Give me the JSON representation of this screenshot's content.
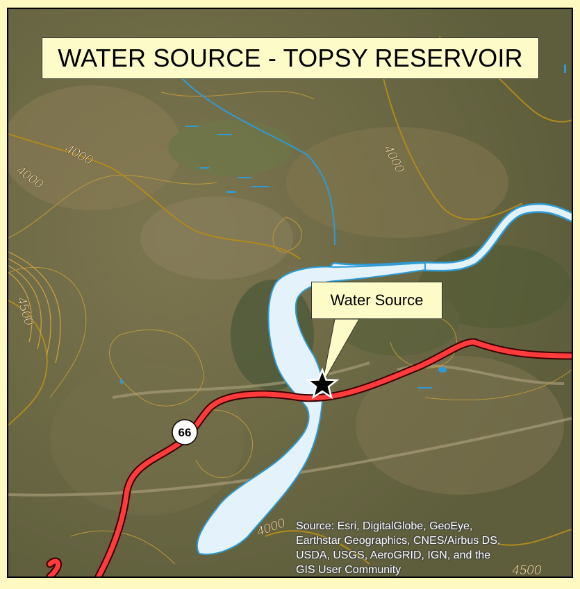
{
  "title": "WATER SOURCE - TOPSY RESERVOIR",
  "callout": {
    "label": "Water Source"
  },
  "route": {
    "number": "66"
  },
  "contours": {
    "label_a": "4000",
    "label_b": "4000",
    "label_c": "4000",
    "label_d": "4500",
    "label_e": "4000",
    "label_f": "4500"
  },
  "credits": {
    "line1": "Source: Esri, DigitalGlobe, GeoEye,",
    "line2": "Earthstar Geographics, CNES/Airbus DS,",
    "line3": "USDA, USGS, AeroGRID, IGN, and the",
    "line4": "GIS User Community"
  },
  "colors": {
    "frame": "#fdf9c0",
    "road": "#ff3b3b",
    "water": "#e4f3fb",
    "water_edge": "#2e9bd6",
    "contour_major": "#b08a1c",
    "contour_minor": "#c9a13a"
  },
  "icons": {
    "marker": "star-marker-icon",
    "route": "route-shield-icon"
  }
}
